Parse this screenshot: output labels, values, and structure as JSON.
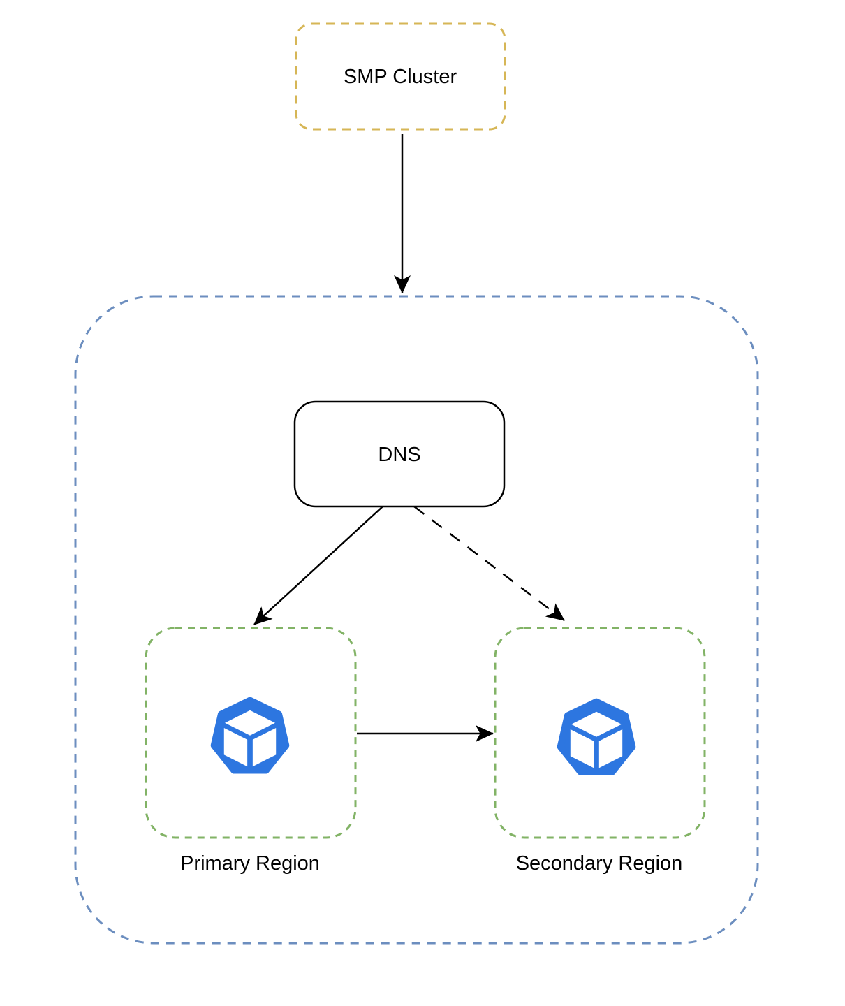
{
  "diagram": {
    "type": "architecture-diagram",
    "nodes": {
      "smp_cluster": {
        "label": "SMP Cluster",
        "border_style": "dashed",
        "border_color": "#D6B656"
      },
      "dns": {
        "label": "DNS",
        "border_style": "solid",
        "border_color": "#000000"
      },
      "region_container": {
        "label": "",
        "border_style": "dashed",
        "border_color": "#6C8EBF"
      },
      "primary_region": {
        "label": "Primary Region",
        "border_style": "dashed",
        "border_color": "#82B366",
        "icon": "cluster-heptagon-cube-icon"
      },
      "secondary_region": {
        "label": "Secondary Region",
        "border_style": "dashed",
        "border_color": "#82B366",
        "icon": "cluster-heptagon-cube-icon"
      }
    },
    "edges": [
      {
        "from": "smp_cluster",
        "to": "region_container",
        "style": "solid",
        "direction": "down"
      },
      {
        "from": "dns",
        "to": "primary_region",
        "style": "solid",
        "direction": "down-left"
      },
      {
        "from": "dns",
        "to": "secondary_region",
        "style": "dashed",
        "direction": "down-right"
      },
      {
        "from": "primary_region",
        "to": "secondary_region",
        "style": "solid",
        "direction": "right"
      }
    ]
  },
  "labels": {
    "smp_cluster": "SMP Cluster",
    "dns": "DNS",
    "primary_region": "Primary Region",
    "secondary_region": "Secondary Region"
  },
  "colors": {
    "smp_cluster_border": "#D6B656",
    "container_border": "#6C8EBF",
    "region_border": "#82B366",
    "icon_blue": "#2D76E0",
    "icon_cube": "#FFFFFF",
    "line": "#000000",
    "text": "#000000",
    "background": "#FFFFFF",
    "node_fill": "#FFFFFF"
  }
}
